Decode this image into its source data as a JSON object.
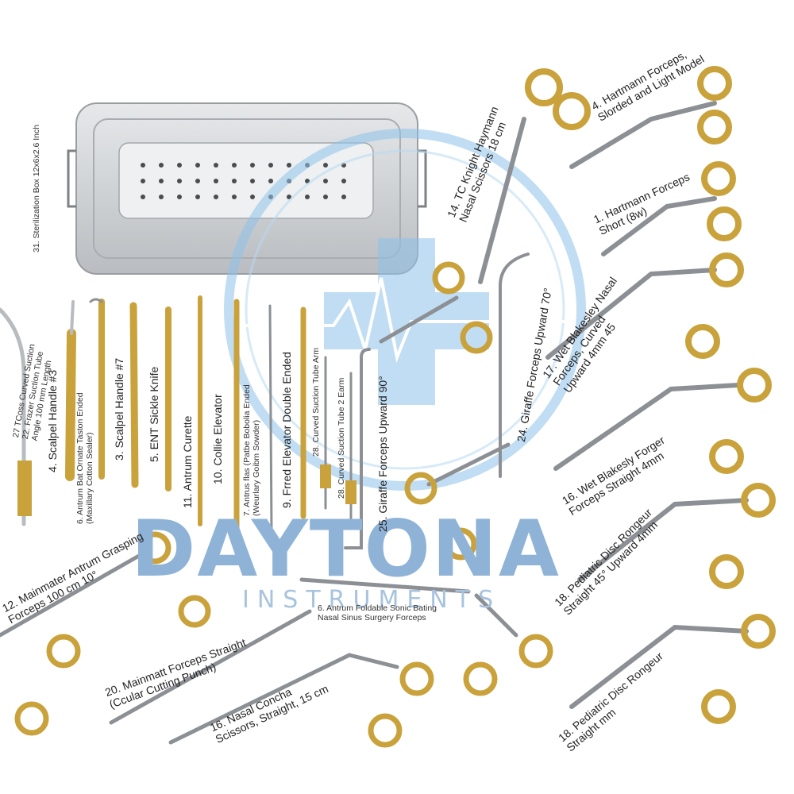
{
  "watermark": {
    "name": "DAYTONA",
    "tagline": "INSTRUMENTS",
    "name_color": "#8fb3d6",
    "tagline_color": "#a8c3de",
    "emblem_color": "#5aa8e0"
  },
  "colors": {
    "gold": "#c9a23c",
    "gold_dark": "#a47f22",
    "steel": "#b8bcbf",
    "steel_dark": "#8c9095",
    "tray": "#d4d7da"
  },
  "labels": [
    {
      "id": "31",
      "text": "31. Sterilization Box 12x6x2.6 Inch"
    },
    {
      "id": "27",
      "text": "27 TCoss Curved Suction\n22. Frazer Suction Tube\nAngle 100 mm Length"
    },
    {
      "id": "4h",
      "text": "4. Scalpel Handle #3"
    },
    {
      "id": "6a",
      "text": "6. Antrum Bat Ornate Taston Ended\n(Maxillary Cotton Sealer)"
    },
    {
      "id": "3",
      "text": "3. Scalpel Handle #7"
    },
    {
      "id": "5",
      "text": "5. ENT Sickle Knife"
    },
    {
      "id": "11",
      "text": "11. Antrum Curette"
    },
    {
      "id": "10",
      "text": "10. Collie Elevator"
    },
    {
      "id": "7",
      "text": "7. Antrus flas (Patbe Bobolia Ended\n(Weurlary Goibm Sowder)"
    },
    {
      "id": "9",
      "text": "9. Frred Elevator Double Ended"
    },
    {
      "id": "28a",
      "text": "28. Curved Suction Tube Arm"
    },
    {
      "id": "28b",
      "text": "28. Curved Suction Tube 2 Earm"
    },
    {
      "id": "25",
      "text": "25. Giraffe Forceps Upward 90°"
    },
    {
      "id": "24",
      "text": "24. Giraffe Forceps Upward 70°"
    },
    {
      "id": "14",
      "text": "14. TC Knight Haymann\nNasal Scissors 18 cm"
    },
    {
      "id": "4f",
      "text": "4. Hartmann Forceps,\nSlorded and Light Model"
    },
    {
      "id": "1",
      "text": "1. Hartmann Forceps\nShort (8w)"
    },
    {
      "id": "17",
      "text": "17. Wet Blakesley Nasal\nForceps, Curved\nUpward 4mm 45"
    },
    {
      "id": "16w",
      "text": "16. Wet Blakesly Forger\nForceps Straight 4mm"
    },
    {
      "id": "18a",
      "text": "18. Pediatric Disc Rongeur\nStraight 45° Upward 4mm"
    },
    {
      "id": "18b",
      "text": "18. Pediatric Disc Rongeur\nStraight mm"
    },
    {
      "id": "12",
      "text": "12. Mainmater Antrum Grasping\nForceps 100 cm 10°"
    },
    {
      "id": "20",
      "text": "20. Mainmatt Forceps Straight\n(Ccular Cutting Punch)"
    },
    {
      "id": "6b",
      "text": "6. Antrum Foldable Sonic Bating\nNasal Sinus Surgery Forceps"
    },
    {
      "id": "16n",
      "text": "16. Nasal Concha\nScissors, Straight, 15 cm"
    }
  ]
}
